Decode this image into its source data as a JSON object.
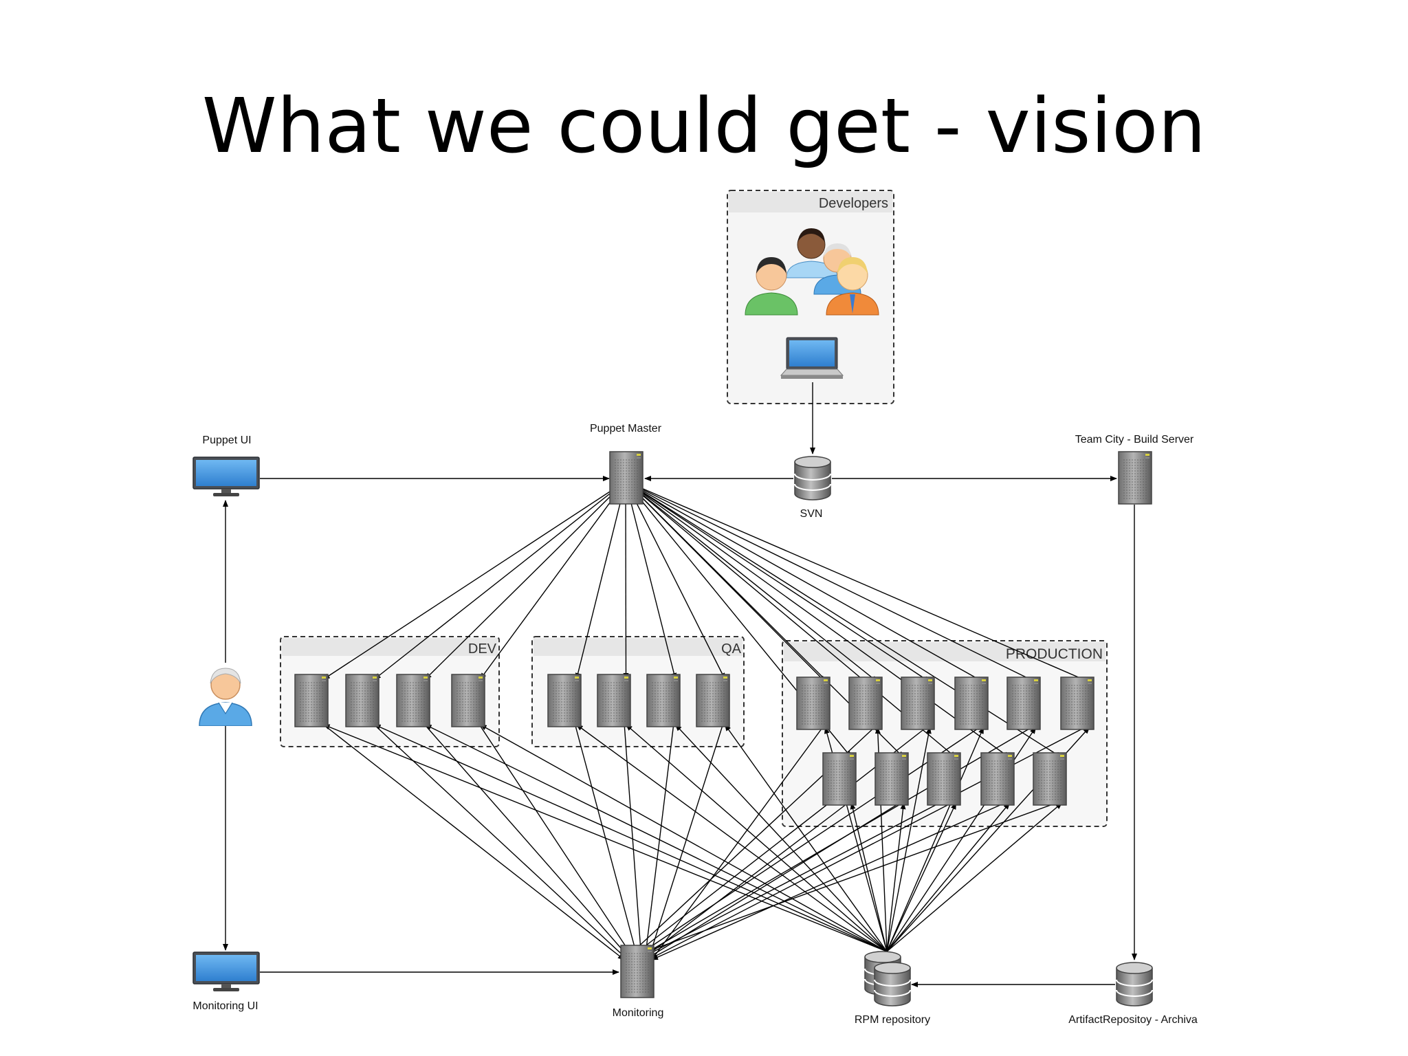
{
  "slide": {
    "title": "What we could get - vision"
  },
  "groups": {
    "developers": "Developers",
    "dev": "DEV",
    "qa": "QA",
    "production": "PRODUCTION"
  },
  "nodes": {
    "puppet_ui": "Puppet UI",
    "puppet_master": "Puppet Master",
    "svn": "SVN",
    "team_city": "Team City - Build Server",
    "monitoring_ui": "Monitoring UI",
    "monitoring": "Monitoring",
    "rpm_repository": "RPM repository",
    "artifact_repository": "ArtifactRepositoy - Archiva"
  },
  "icons": {
    "monitor": "monitor-icon",
    "server": "server-icon",
    "database": "database-icon",
    "laptop": "laptop-icon",
    "user": "user-icon",
    "developers": "developers-group-icon"
  },
  "colors": {
    "edge": "#000000",
    "group_border": "#333333",
    "group_fill": "#f4f4f4",
    "monitor_screen": "#4a9ae0",
    "server_body": "#8a8a8a"
  }
}
